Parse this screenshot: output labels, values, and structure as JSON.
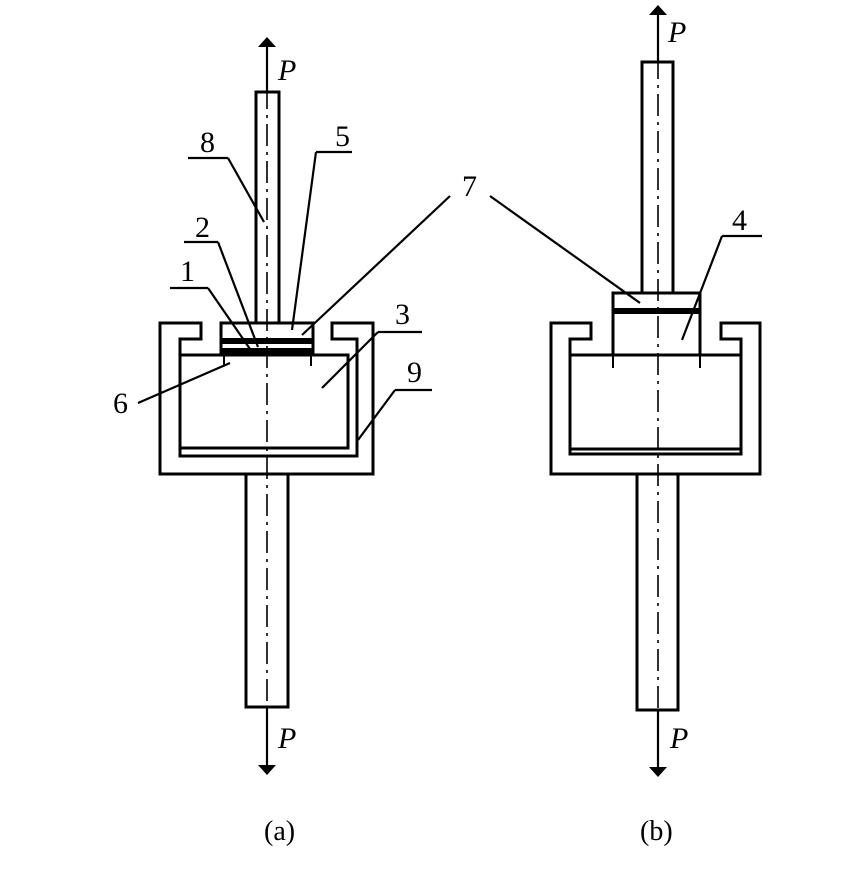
{
  "figure_a": {
    "force_top": "P",
    "force_bottom": "P",
    "labels": {
      "l1": "1",
      "l2": "2",
      "l3": "3",
      "l5": "5",
      "l6": "6",
      "l7": "7",
      "l8": "8",
      "l9": "9"
    },
    "caption": "(a)"
  },
  "figure_b": {
    "force_top": "P",
    "force_bottom": "P",
    "labels": {
      "l4": "4"
    },
    "caption": "(b)"
  }
}
